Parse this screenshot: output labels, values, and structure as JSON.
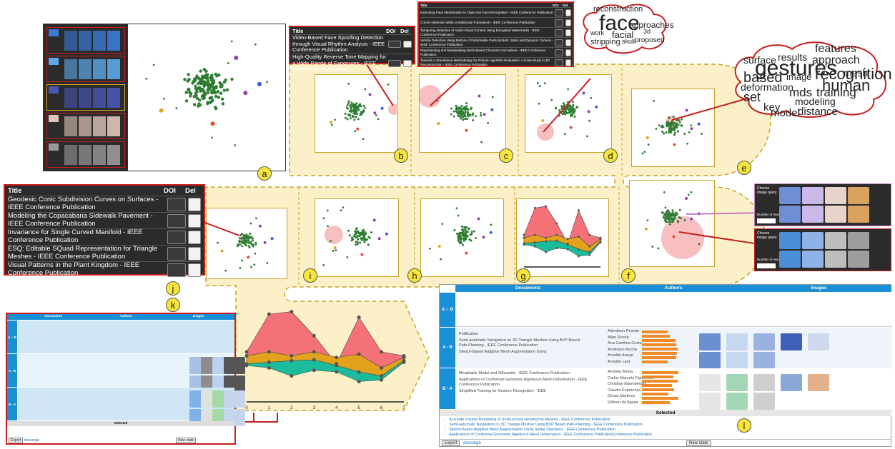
{
  "letters": {
    "a": "a",
    "b": "b",
    "c": "c",
    "d": "d",
    "e": "e",
    "f": "f",
    "g": "g",
    "h": "h",
    "i": "i",
    "j": "j",
    "k": "k",
    "l": "l"
  },
  "panel_top": {
    "title": "Title",
    "doi": "DOI",
    "del": "Del",
    "rows": [
      "Video-Based Face Spoofing Detection through Visual Rhythm Analysis - IEEE Conference Publication",
      "High-Quality Reverse Tone Mapping for a Wide Range of Exposures - IEEE Conference Publication"
    ]
  },
  "panel_small": {
    "title": "Title",
    "doi": "DOI",
    "del": "Del",
    "rows": [
      "Extending Face Identification to Open-Set Face Recognition - IEEE Conference Publication",
      "Corner Detection within a Multiscale Framework - IEEE Conference Publication",
      "Tampering Detection of Audio-Visual Content Using Encrypted Watermarks - IEEE Conference Publication",
      "Vehicle Detection Using Mixture of Deformable Parts Models: Static and Dynamic Camera - IEEE Conference Publication",
      "Representing and Manipulating Mesh-based Character Animations - IEEE Conference Publication",
      "Towards a Standalone Methodology for Robust Algorithm Evaluation: A Case Study in 3D Reconstruction - IEEE Conference Publication"
    ]
  },
  "panel_left": {
    "title": "Title",
    "doi": "DOI",
    "del": "Del",
    "rows": [
      "Geodesic Conic Subdivision Curves on Surfaces - IEEE Conference Publication",
      "Modeling the Copacabana Sidewalk Pavement - IEEE Conference Publication",
      "Invariance for Single Curved Manifold - IEEE Conference Publication",
      "ESQ: Editable SQuad Representation for Triangle Meshes - IEEE Conference Publication",
      "Visual Patterns in the Plant Kingdom - IEEE Conference Publication"
    ]
  },
  "cloud_small": [
    {
      "w": "reconstruction",
      "s": 11
    },
    {
      "w": "face",
      "s": 30
    },
    {
      "w": "approaches",
      "s": 12
    },
    {
      "w": "work",
      "s": 9
    },
    {
      "w": "facial",
      "s": 13
    },
    {
      "w": "3d",
      "s": 9
    },
    {
      "w": "stripping",
      "s": 11
    },
    {
      "w": "skull",
      "s": 9
    },
    {
      "w": "proposed",
      "s": 10
    }
  ],
  "cloud_big": [
    {
      "w": "features",
      "s": 16
    },
    {
      "w": "surface",
      "s": 14
    },
    {
      "w": "results",
      "s": 14
    },
    {
      "w": "approach",
      "s": 16
    },
    {
      "w": "gestures",
      "s": 30
    },
    {
      "w": "mesh",
      "s": 14
    },
    {
      "w": "based",
      "s": 20
    },
    {
      "w": "image",
      "s": 13
    },
    {
      "w": "recognition",
      "s": 22
    },
    {
      "w": "deformation",
      "s": 14
    },
    {
      "w": "human",
      "s": 22
    },
    {
      "w": "set",
      "s": 18
    },
    {
      "w": "mds",
      "s": 17
    },
    {
      "w": "training",
      "s": 17
    },
    {
      "w": "key",
      "s": 15
    },
    {
      "w": "modeling",
      "s": 14
    },
    {
      "w": "model",
      "s": 15
    },
    {
      "w": "distance",
      "s": 15
    }
  ],
  "gallery": {
    "choose": "Choose image query",
    "results": "Number of results"
  },
  "table_big": {
    "headers": [
      "Documents",
      "Authors",
      "Images"
    ],
    "row_labels": [
      "A ∩ B",
      "A - B",
      "B - A"
    ],
    "docs_ab": [
      "Publication",
      "Semi-automatic Navigation on 3D Triangle Meshes Using BVP Based Path-Planning - IEEE Conference Publication",
      "Sketch-Based Adaptive Mesh Augmentation Using"
    ],
    "docs_ba": [
      "Morphable Model and Silhouette - IEEE Conference Publication",
      "Applications of Conformal Geometric Algebra in Mesh Deformation - IEEE Conference Publication",
      "Simplified Training for Gesture Recognition - IEEE"
    ],
    "authors_ab": [
      "Adenilson Peixoto",
      "Allan Rocha",
      "Ana Carolina Costa",
      "Anderson Rocha",
      "Arnaldo Araujo",
      "Arnaldo Lara"
    ],
    "authors_ba": [
      "Andreia Breda",
      "Carlos Marcelo Figueiredo",
      "Christian Baumberger",
      "Claudio Esperança",
      "Dimas Martinez",
      "Edilson de Aguiar"
    ],
    "selected_label": "Selected",
    "selected": [
      "Accurate Volume Rendering of Unstructured Hexahedral Meshes - IEEE Conference Publication",
      "Semi-automatic Navigation on 3D Triangle Meshes Using BVP Based Path-Planning - IEEE Conference Publication",
      "Sketch-Based Adaptive Mesh Augmentation Using Stellar Operators - IEEE Conference Publication",
      "Applications of Conformal Geometric Algebra in Mesh Deformation - IEEE Conference PublicationConference Publication"
    ],
    "export": "Export",
    "descarga": "descarga",
    "new_state": "New state"
  },
  "table_small": {
    "headers": [
      "Documents",
      "Authors",
      "Images"
    ],
    "row_labels": [
      "A ∩ B",
      "A - B",
      "B - A"
    ],
    "selected_label": "Selected",
    "export": "Export",
    "descarga": "descarga",
    "new_state": "New state"
  },
  "stream_axis": [
    "0",
    "1",
    "2",
    "3",
    "4",
    "5",
    "6",
    "7"
  ],
  "colors": {
    "pink": "#f47277",
    "orange": "#e3a21c",
    "teal": "#1abc9c",
    "green": "#2e7d32",
    "purple": "#8e44ad",
    "band": "#fbf0c8",
    "frame": "#c9a227",
    "red": "#c81e1e",
    "blue": "#1a8fd6"
  }
}
